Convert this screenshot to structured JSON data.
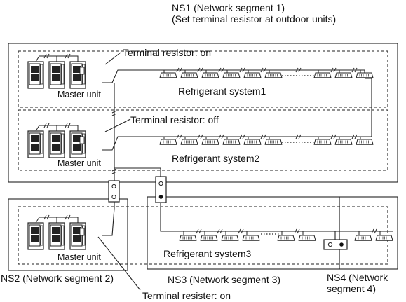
{
  "ns1": {
    "title": "NS1 (Network segment 1)",
    "subtitle": "(Set terminal resistor at outdoor units)"
  },
  "ns2": {
    "label": "NS2 (Network segment 2)"
  },
  "ns3": {
    "label": "NS3 (Network segment 3)"
  },
  "ns4": {
    "line1": "NS4 (Network",
    "line2": "segment 4)"
  },
  "systems": [
    {
      "name": "Refrigerant system1",
      "master": "Master unit",
      "resistor": "Terminal resistor: on"
    },
    {
      "name": "Refrigerant system2",
      "master": "Master unit",
      "resistor": "Terminal resistor: off"
    },
    {
      "name": "Refrigerant system3",
      "master": "Master unit",
      "resistor": "Terminal resister: on"
    }
  ]
}
